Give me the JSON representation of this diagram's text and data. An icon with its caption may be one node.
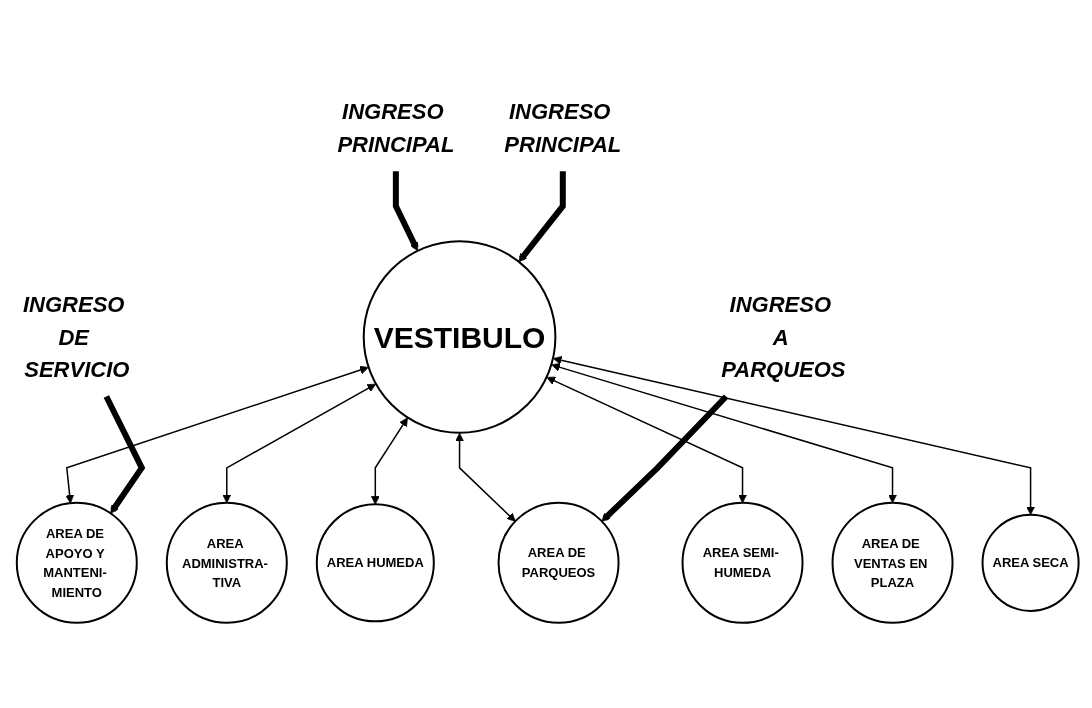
{
  "diagram": {
    "nodes": [
      {
        "text": [
          "AREA DE APOYO Y MANTENI- MIENTO"
        ]
      },
      {
        "text": [
          "AREA ADMINISTRA- TIVA"
        ]
      },
      {
        "text": [
          "AREA HUMEDA"
        ]
      },
      {
        "text": [
          "AREA DE PARQUEOS"
        ]
      },
      {
        "text": [
          "VESTIBULO"
        ]
      },
      {
        "text": [
          "INGRESO PRINCIPAL"
        ]
      },
      {
        "text": [
          "INGRESO DE SERVICIO"
        ]
      },
      {
        "text": [
          "AREA SEMI- HUMEDA"
        ]
      },
      {
        "text": [
          "AREA DE VENTAS EN PLAZA"
        ]
      },
      {
        "text": [
          "AREA SECA"
        ]
      },
      {
        "text": [
          "INGRESO A PARQUEOS"
        ]
      },
      {
        "text": [
          "INGRESO PRINCIPAL"
        ]
      }
    ],
    "edges": [
      {
        "from": 4,
        "to": 0,
        "arrow": "both"
      },
      {
        "from": 4,
        "to": 1,
        "arrow": "both"
      },
      {
        "from": 4,
        "to": 2,
        "arrow": "both"
      },
      {
        "from": 4,
        "to": 3,
        "arrow": "both"
      },
      {
        "from": 4,
        "to": 7,
        "arrow": "both"
      },
      {
        "from": 4,
        "to": 8,
        "arrow": "both"
      },
      {
        "from": 4,
        "to": 9,
        "arrow": "both"
      },
      {
        "from": 5,
        "to": 4,
        "arrow": "to",
        "style": "thick"
      },
      {
        "from": 6,
        "to": 0,
        "arrow": "to",
        "style": "thick"
      },
      {
        "from": 10,
        "to": 3,
        "arrow": "to",
        "style": "thick"
      },
      {
        "from": 11,
        "to": 4,
        "arrow": "to",
        "style": "thick"
      }
    ]
  }
}
